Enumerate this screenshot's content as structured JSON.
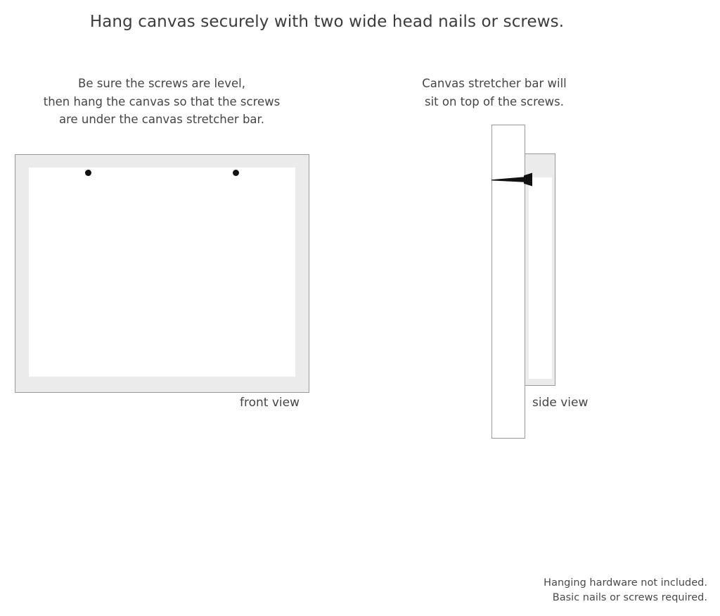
{
  "title": "Hang canvas securely with two wide head nails or screws.",
  "captions": {
    "left": {
      "line1": "Be sure the screws are level,",
      "line2": "then hang the canvas so that the screws",
      "line3": "are under the canvas stretcher bar."
    },
    "right": {
      "line1": "Canvas stretcher bar will",
      "line2": "sit on top of the screws."
    }
  },
  "diagram": {
    "front_view": {
      "label": "front view",
      "frame_color": "#ebebeb",
      "inner_color": "#ffffff",
      "outline_color": "#9a9a9a",
      "screw_count": 2,
      "screw_color": "#111111"
    },
    "side_view": {
      "label": "side view",
      "wall_color": "#ffffff",
      "canvas_color": "#ebebeb",
      "outline_color": "#9a9a9a",
      "screw_color": "#111111",
      "screw_count": 1
    }
  },
  "footer": {
    "line1": "Hanging hardware not included.",
    "line2": "Basic nails or screws required."
  }
}
